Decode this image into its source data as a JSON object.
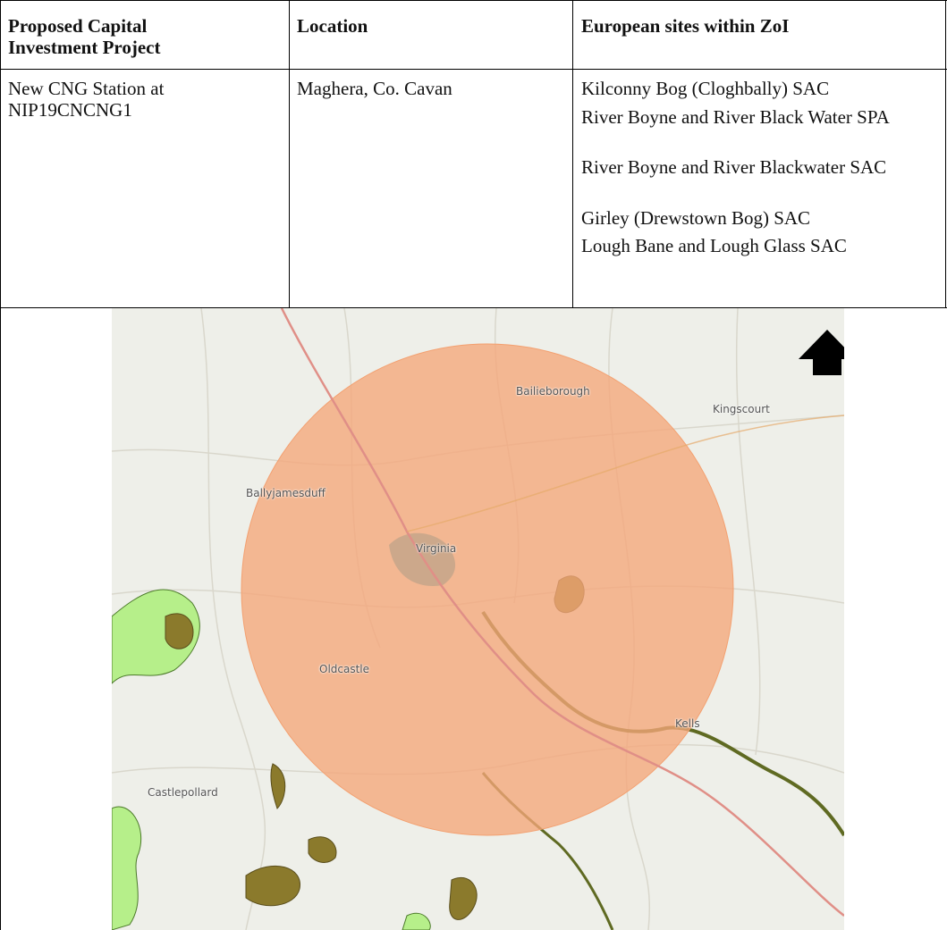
{
  "headers": {
    "project": "Proposed Capital Investment Project",
    "location": "Location",
    "sites": "European sites within ZoI"
  },
  "row": {
    "project": "New CNG Station at NIP19CNCNG1",
    "location": "Maghera, Co. Cavan",
    "sites": [
      "Kilconny Bog (Cloghbally) SAC",
      "River Boyne and River Black Water SPA",
      "River Boyne and River Blackwater SAC",
      "Girley (Drewstown Bog) SAC",
      "Lough Bane and Lough Glass SAC"
    ]
  },
  "map": {
    "places": {
      "bailieborough": "Bailieborough",
      "kingscourt": "Kingscourt",
      "ballyjamesduff": "Ballyjamesduff",
      "virginia": "Virginia",
      "oldcastle": "Oldcastle",
      "kells": "Kells",
      "castlepollard": "Castlepollard"
    },
    "colors": {
      "zoi_circle": "#f5a77a",
      "sac_green": "#b6ef8a",
      "spa_brown": "#8b7a2c",
      "road": "#e08f87"
    },
    "north_arrow_icon": "north-arrow-icon"
  }
}
